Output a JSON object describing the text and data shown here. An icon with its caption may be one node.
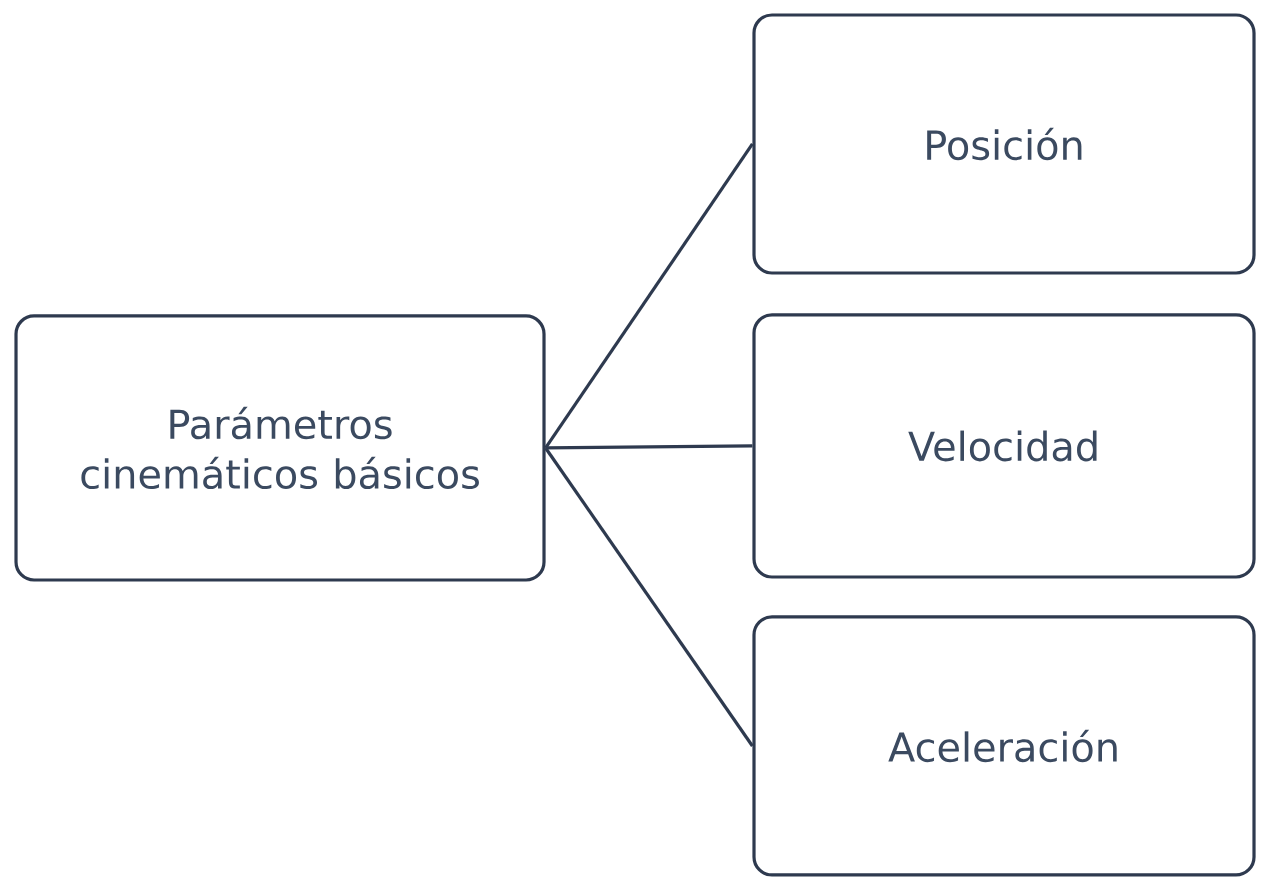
{
  "diagram": {
    "nodes": [
      {
        "text": [
          "Parámetros cinemáticos básicos"
        ]
      },
      {
        "text": [
          "Posición"
        ]
      },
      {
        "text": [
          "Velocidad"
        ]
      },
      {
        "text": [
          "Aceleración"
        ]
      }
    ],
    "edges": [
      {
        "from": 0,
        "to": 1,
        "arrow": "none"
      },
      {
        "from": 0,
        "to": 2,
        "arrow": "none"
      },
      {
        "from": 0,
        "to": 3,
        "arrow": "none"
      }
    ]
  }
}
